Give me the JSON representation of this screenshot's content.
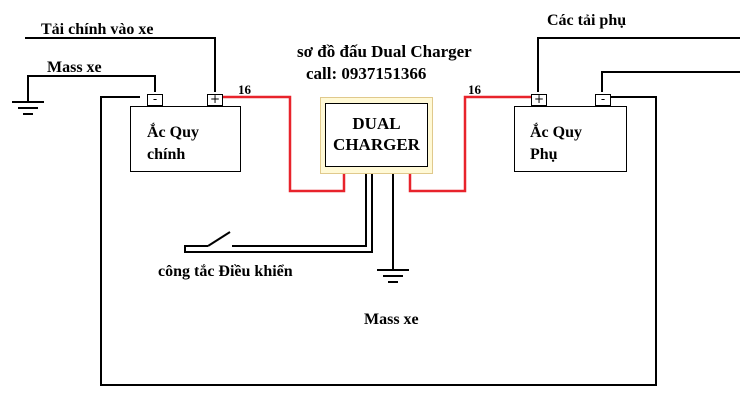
{
  "title": "sơ đồ đấu Dual Charger",
  "phone": "call: 0937151366",
  "labels": {
    "main_load": "Tải chính vào xe",
    "mass_top": "Mass xe",
    "aux_loads": "Các tải phụ",
    "control_switch": "công tắc Điều khiển",
    "mass_bottom": "Mass xe",
    "wire_size_left": "16",
    "wire_size_right": "16"
  },
  "main_battery": {
    "line1": "Ắc Quy",
    "line2": "chính",
    "neg": "-",
    "pos": "+"
  },
  "aux_battery": {
    "line1": "Ắc Quy",
    "line2": "Phụ",
    "neg": "-",
    "pos": "+"
  },
  "charger": {
    "line1": "DUAL",
    "line2": "CHARGER"
  },
  "colors": {
    "wire": "#000000",
    "cable_red": "#e8232b",
    "charger_frame": "#e0c98c",
    "charger_bg": "#fff9d6"
  }
}
